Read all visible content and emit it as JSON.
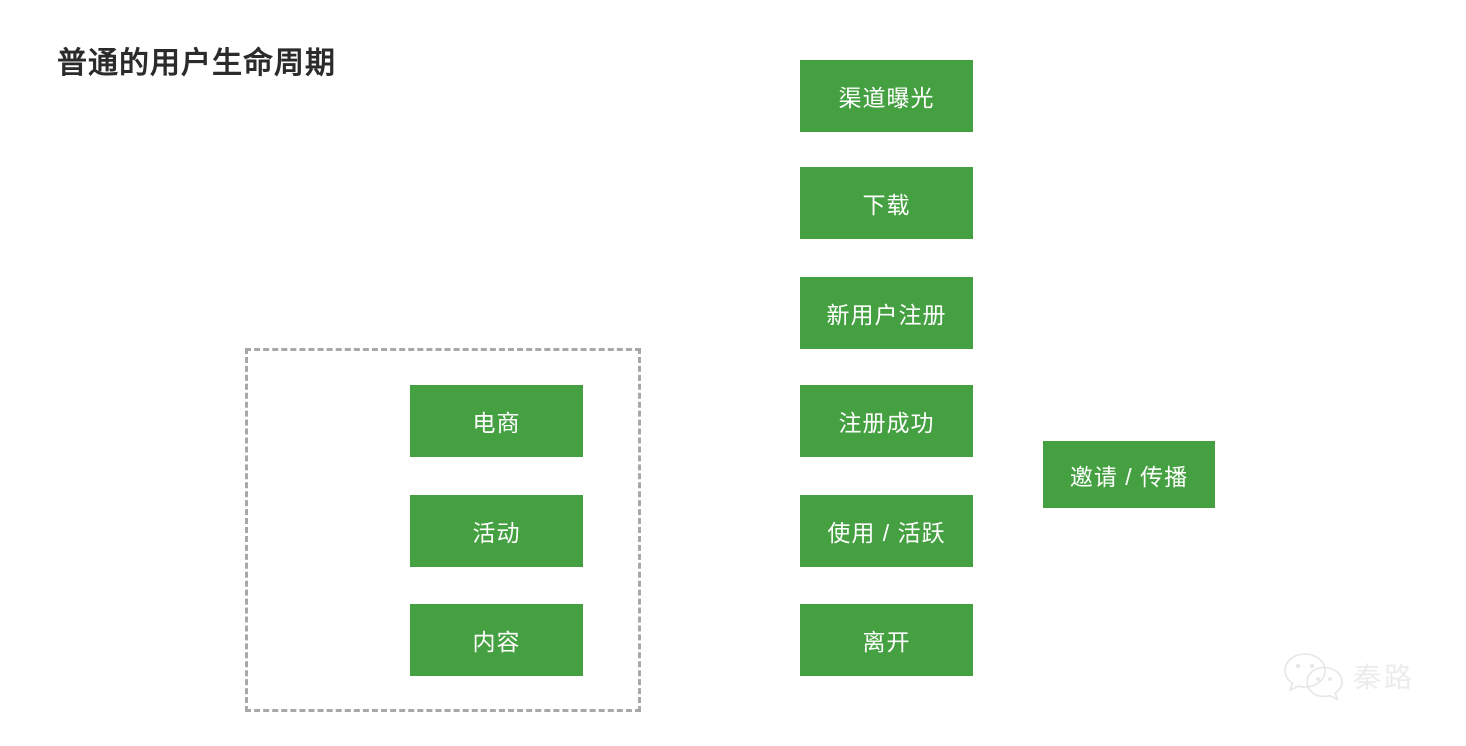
{
  "slide": {
    "title": "普通的用户生命周期",
    "background_color": "#ffffff",
    "accent_color": "#45a041",
    "dashed_border_color": "#a8a8a8",
    "box_text_color": "#ffffff",
    "title_color": "#2b2b2b"
  },
  "left_group": {
    "container_style": "dashed",
    "boxes": [
      {
        "label": "电商"
      },
      {
        "label": "活动"
      },
      {
        "label": "内容"
      }
    ]
  },
  "lifecycle_column": {
    "boxes": [
      {
        "label": "渠道曝光"
      },
      {
        "label": "下载"
      },
      {
        "label": "新用户注册"
      },
      {
        "label": "注册成功"
      },
      {
        "label": "使用 / 活跃"
      },
      {
        "label": "离开"
      }
    ]
  },
  "side_box": {
    "label": "邀请 / 传播"
  },
  "watermark": {
    "logo": "wechat-logo-icon",
    "text": "秦路"
  }
}
